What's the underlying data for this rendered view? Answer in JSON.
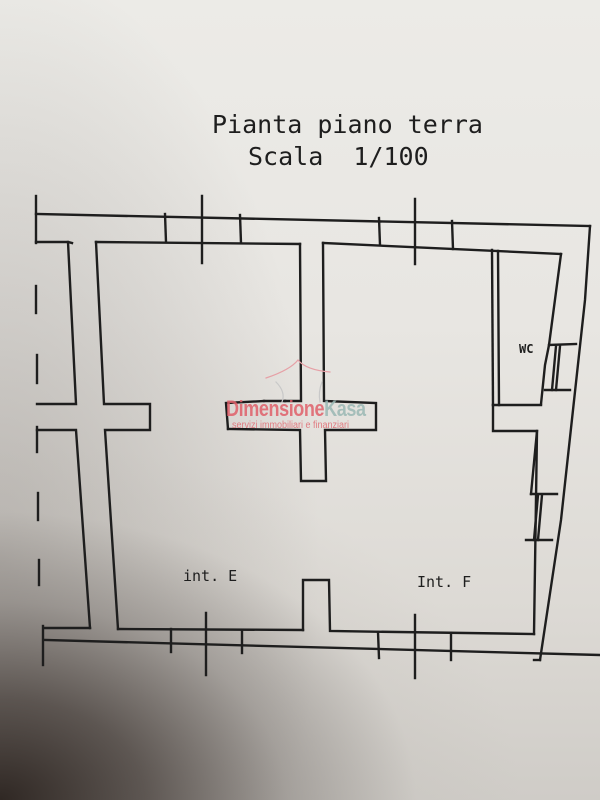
{
  "document": {
    "title": "Pianta piano terra",
    "scale_label": "Scala",
    "scale_value": "1/100",
    "rooms": [
      {
        "id": "int-e",
        "label": "int. E"
      },
      {
        "id": "int-f",
        "label": "Int. F"
      },
      {
        "id": "wc",
        "label": "WC"
      }
    ]
  },
  "watermark": {
    "brand_part1": "Dimensione",
    "brand_part2": "Kasa",
    "tagline": "servizi immobiliari e finanziari",
    "colors": {
      "primary": "#e0606a",
      "secondary": "#9ab8b4"
    }
  },
  "colors": {
    "paper": "#e9e7e3",
    "ink": "#1e1e1e",
    "shadow": "#2e2824"
  }
}
